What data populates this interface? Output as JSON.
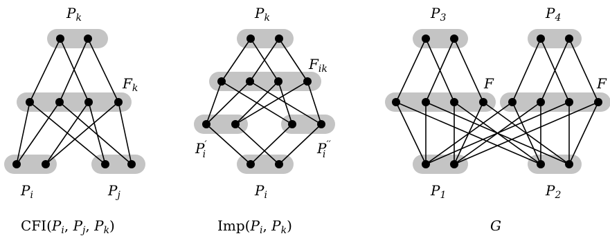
{
  "diagrams": {
    "cfi": {
      "caption": {
        "pre": "CFI(",
        "i": "i",
        "j": "j",
        "k": "k"
      },
      "labels": {
        "pk": "k",
        "fk": "k",
        "pi": "i",
        "pj": "j"
      }
    },
    "imp": {
      "caption": {
        "pre": "Imp(",
        "i": "i",
        "k": "k"
      },
      "labels": {
        "pk": "k",
        "fik": "ik",
        "pi1": "i",
        "pi2": "i",
        "pi": "i"
      },
      "primes": {
        "single": "′",
        "double": "′′"
      }
    },
    "g": {
      "caption": "G",
      "labels": {
        "p3": "3",
        "p4": "4",
        "f_left": "F",
        "f_right": "F",
        "p1": "1",
        "p2": "2"
      }
    }
  },
  "colors": {
    "group_fill": "#c4c4c4",
    "node": "#000000",
    "edge": "#000000"
  }
}
